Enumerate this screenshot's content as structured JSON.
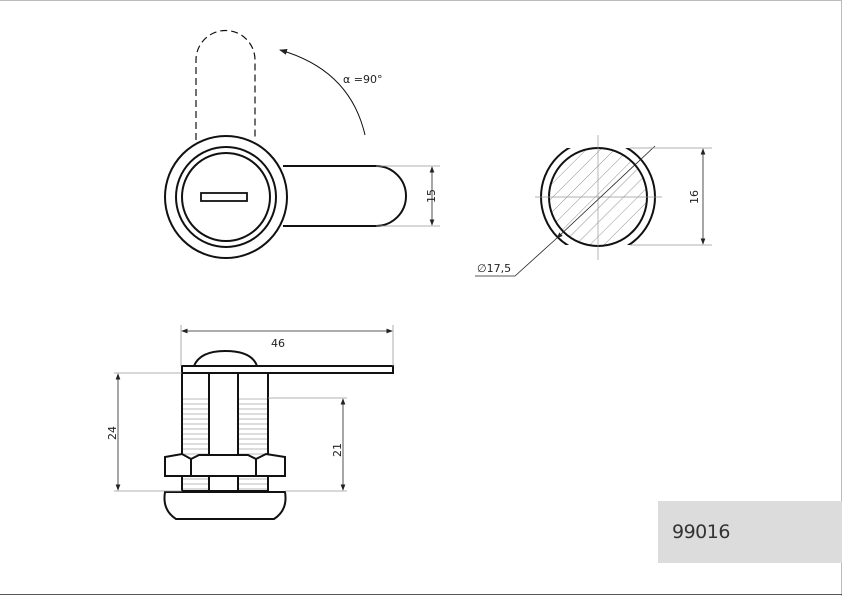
{
  "drawing": {
    "part_number": "99016",
    "angle_label": "α =90°",
    "dimensions": {
      "cam_width": "15",
      "flat_width": "16",
      "diameter": "∅17,5",
      "cam_length": "46",
      "total_height": "24",
      "thread_length": "21"
    }
  }
}
